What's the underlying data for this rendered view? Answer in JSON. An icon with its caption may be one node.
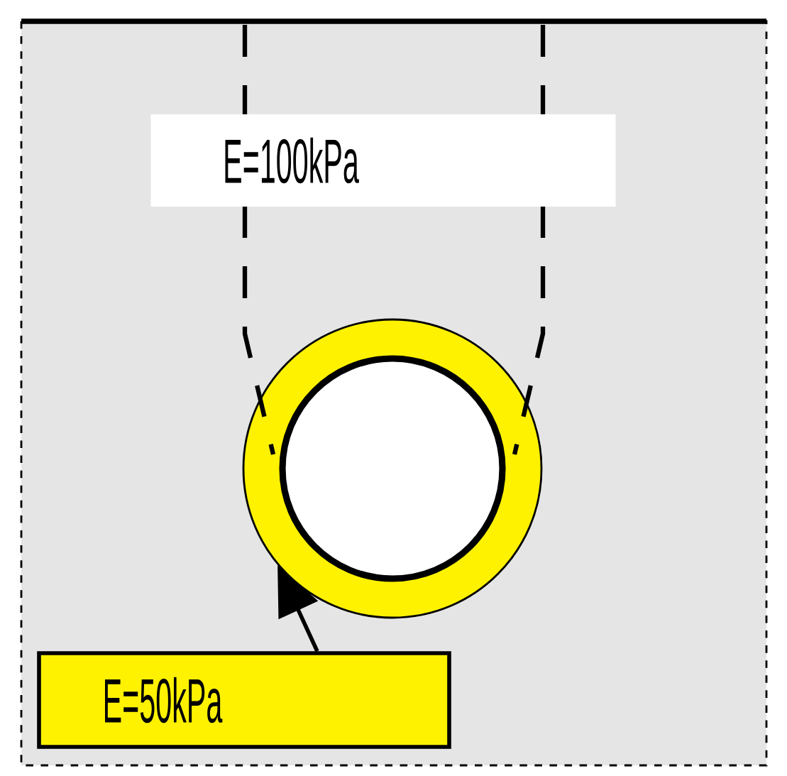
{
  "diagram": {
    "nodes": [
      {
        "text": [
          "E=100kPa"
        ]
      },
      {
        "text": [
          "E=50kPa"
        ]
      },
      {
        "text": [],
        "shape": "circle"
      }
    ],
    "edges": [
      {
        "from": 1,
        "to": 2,
        "arrow": "to"
      }
    ]
  }
}
